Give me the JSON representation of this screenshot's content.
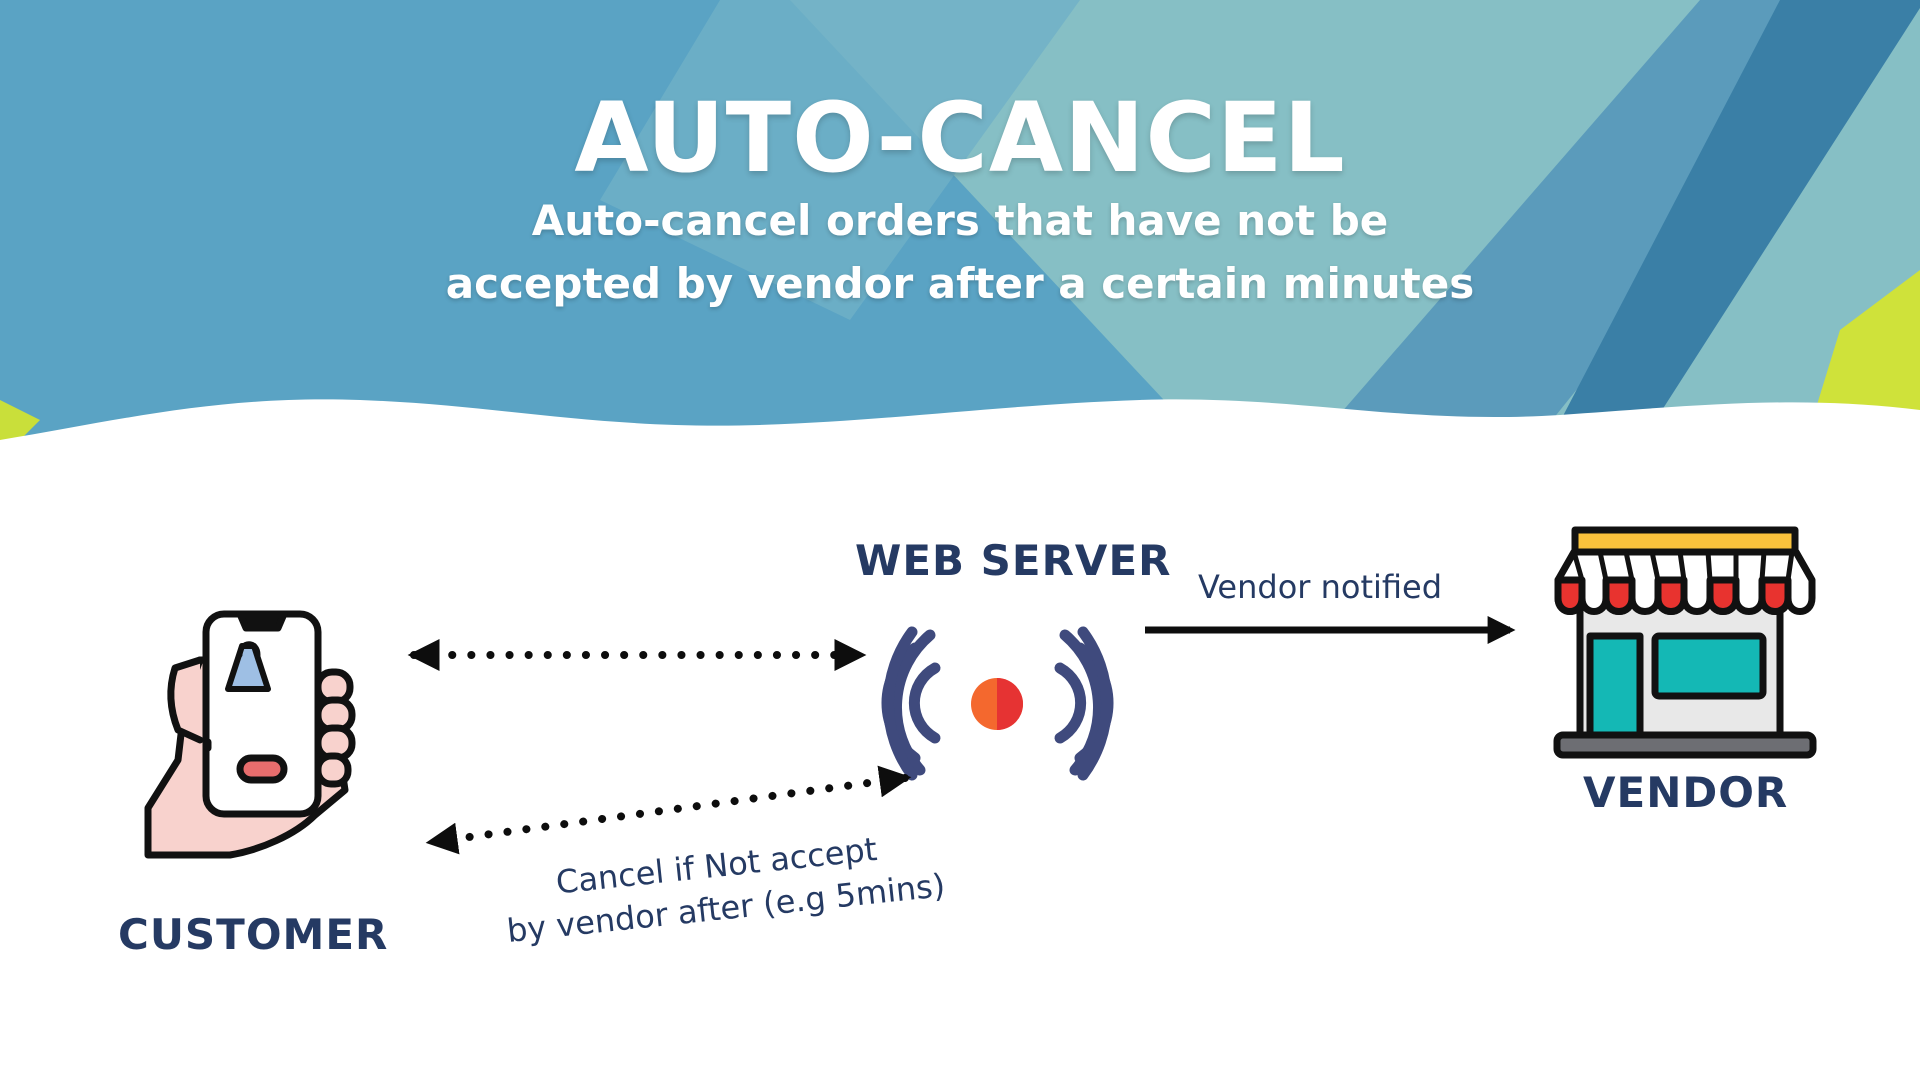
{
  "header": {
    "title": "AUTO-CANCEL",
    "subtitle_line1": "Auto-cancel orders that have not be",
    "subtitle_line2": "accepted by vendor after a certain minutes"
  },
  "nodes": {
    "customer": {
      "label": "CUSTOMER",
      "icon": "phone-shopping-hand-icon"
    },
    "server": {
      "label": "WEB SERVER",
      "icon": "broadcast-signal-icon"
    },
    "vendor": {
      "label": "VENDOR",
      "icon": "storefront-icon"
    }
  },
  "edges": {
    "vendor_notified": "Vendor notified",
    "cancel_line1": "Cancel if Not accept",
    "cancel_line2": "by vendor after (e.g 5mins)"
  },
  "colors": {
    "navy": "#253a63",
    "sky_blue": "#5ba4c4",
    "teal": "#85bec4",
    "steel_blue": "#3a7fa6",
    "signal_orange": "#f25c2c",
    "awning_red": "#e8332f",
    "store_teal": "#14b8b5"
  }
}
